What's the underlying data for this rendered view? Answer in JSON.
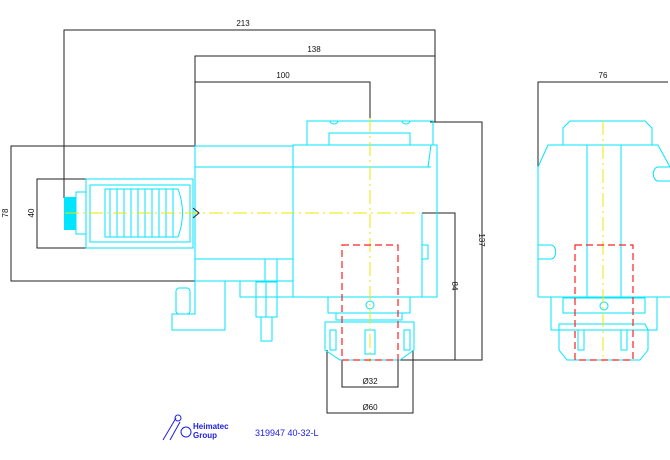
{
  "drawing": {
    "dimensions": {
      "overall_length": "213",
      "length_138": "138",
      "length_100": "100",
      "height_78": "78",
      "connector_40": "40",
      "height_137": "137",
      "height_84": "84",
      "dia_32": "Ø32",
      "dia_60": "Ø60",
      "width_76": "76"
    },
    "part_number": "319947 40-32-L",
    "logo": {
      "line1": "Heimatec",
      "line2": "Group"
    },
    "colors": {
      "geometry": "#00e5ff",
      "centerline": "#e8e800",
      "hidden": "#ff2020",
      "dimension": "#222222",
      "title": "#2020e0"
    }
  }
}
